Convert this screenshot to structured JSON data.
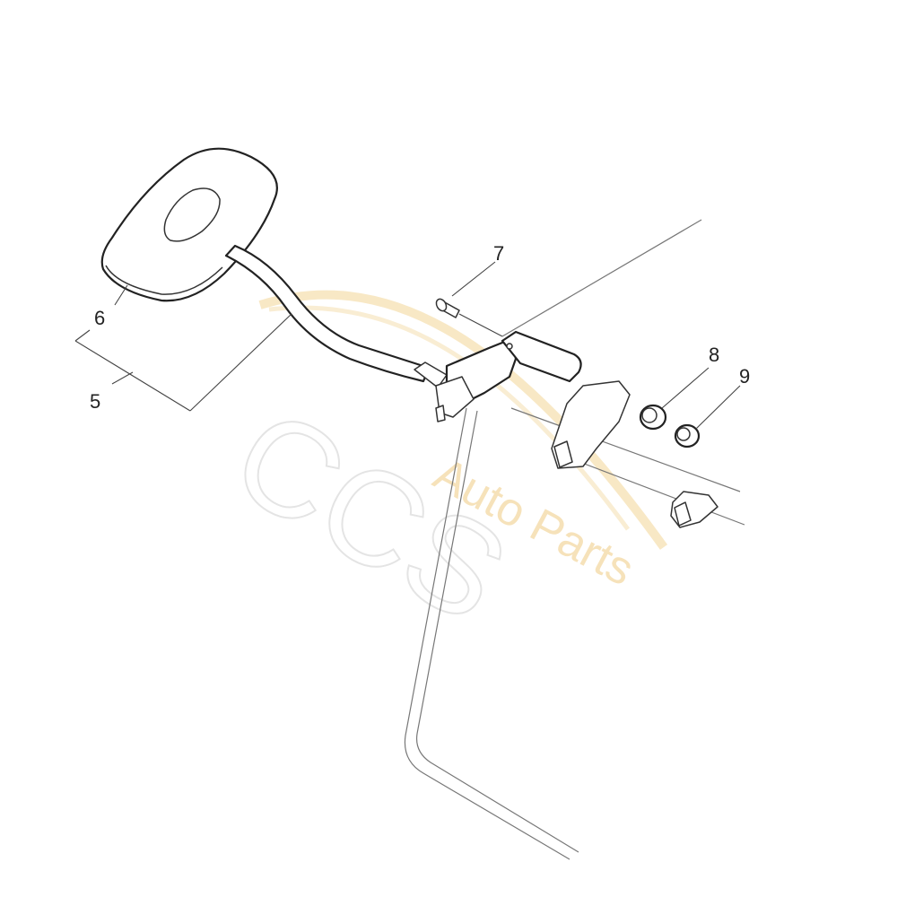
{
  "callouts": {
    "c5": "5",
    "c6": "6",
    "c7": "7",
    "c8": "8",
    "c9": "9"
  },
  "watermark": {
    "logo": "CCS",
    "text": "Auto Parts",
    "color": "#f3d9a4"
  }
}
